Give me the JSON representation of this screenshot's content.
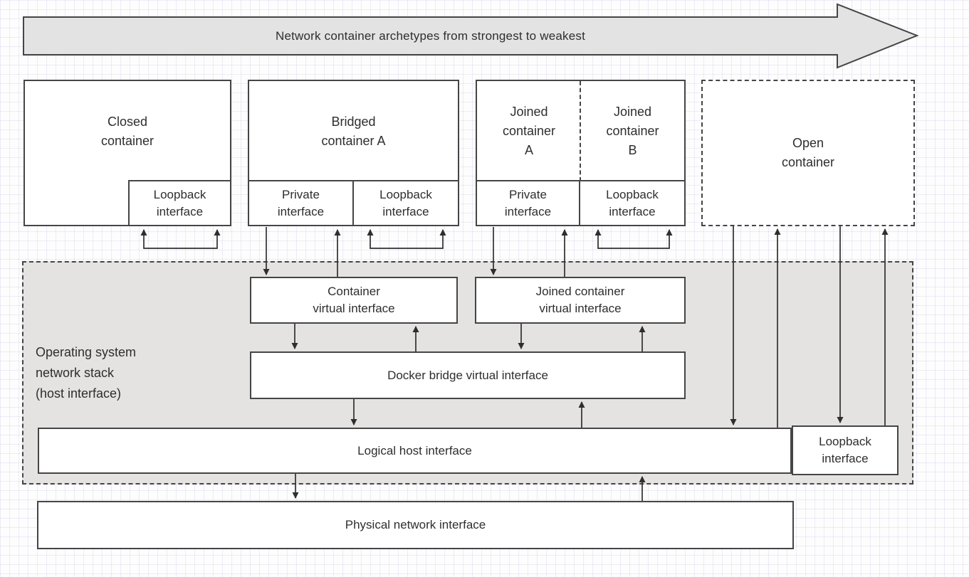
{
  "banner": {
    "label": "Network container archetypes from strongest to weakest"
  },
  "containers": {
    "closed": {
      "title": "Closed\ncontainer",
      "loopback_label": "Loopback\ninterface"
    },
    "bridged": {
      "title": "Bridged\ncontainer A",
      "private_label": "Private\ninterface",
      "loopback_label": "Loopback\ninterface"
    },
    "joined": {
      "title_a": "Joined\ncontainer\nA",
      "title_b": "Joined\ncontainer\nB",
      "private_label": "Private\ninterface",
      "loopback_label": "Loopback\ninterface"
    },
    "open": {
      "title": "Open\ncontainer"
    }
  },
  "os_stack": {
    "label": "Operating system\nnetwork stack\n(host interface)",
    "container_virtual": "Container\nvirtual interface",
    "joined_virtual": "Joined container\nvirtual interface",
    "docker_bridge": "Docker bridge virtual interface",
    "logical_host": "Logical host interface",
    "loopback": "Loopback\ninterface"
  },
  "physical": {
    "label": "Physical network interface"
  },
  "colors": {
    "banner_fill": "#e3e3e3",
    "region_fill": "#e4e3e1",
    "box_fill": "#ffffff",
    "border": "#454545",
    "line": "#2e2e2e",
    "text": "#2e2e2e"
  }
}
